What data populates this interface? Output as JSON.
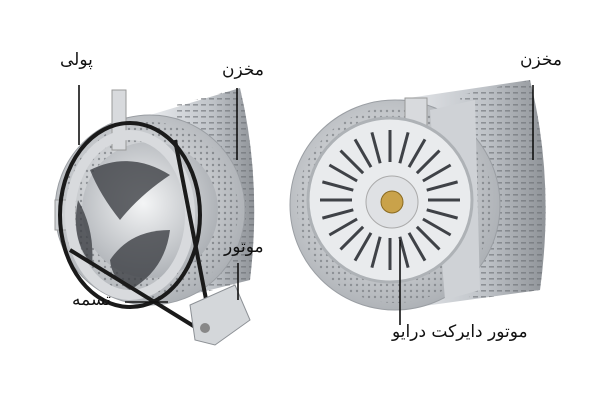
{
  "labels": {
    "pulley": "پولی",
    "tank_left": "مخزن",
    "motor": "موتور",
    "belt": "تسمه",
    "tank_right": "مخزن",
    "direct_drive_motor": "موتور دایرکت درایو"
  },
  "colors": {
    "metal": "#c9ccd0",
    "metal_dark": "#8d9196",
    "belt": "#1a1a1a",
    "hub": "#c9a24a"
  }
}
